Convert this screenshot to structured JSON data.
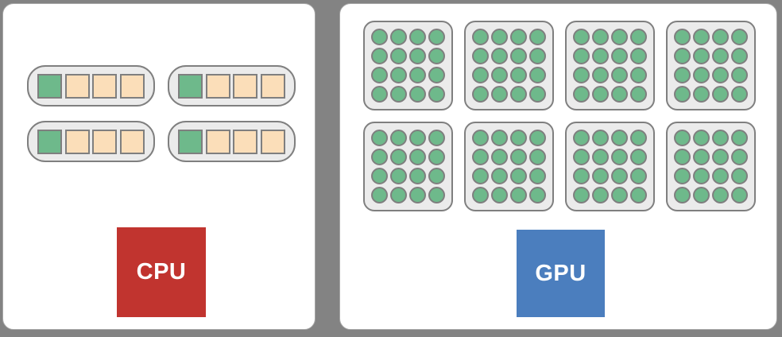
{
  "colors": {
    "background": "#838383",
    "panel_fill": "#FFFFFF",
    "panel_border": "#A6A6A6",
    "unit_fill": "#EBEBEB",
    "unit_stroke": "#7F7F7F",
    "core_green": "#6EB98B",
    "cell_peach": "#FBDEB9",
    "cpu_red": "#C1342F",
    "gpu_blue": "#4B7EBE",
    "label_text": "#FFFFFF"
  },
  "cpu": {
    "label": "CPU",
    "core_count": 4,
    "cells_per_core": 4,
    "active_cells_per_core": 1
  },
  "gpu": {
    "label": "GPU",
    "block_count": 8,
    "dot_rows_per_block": 4,
    "dot_cols_per_block": 4
  }
}
